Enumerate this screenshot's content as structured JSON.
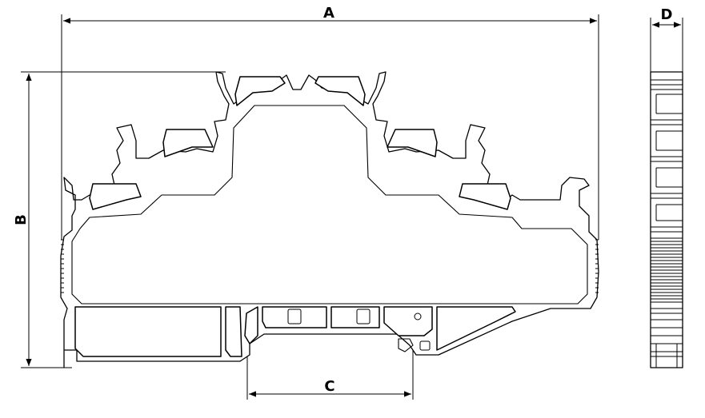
{
  "dimensions": {
    "a": "A",
    "b": "B",
    "c": "C",
    "d": "D"
  },
  "colors": {
    "line": "#000000",
    "background": "#ffffff"
  }
}
